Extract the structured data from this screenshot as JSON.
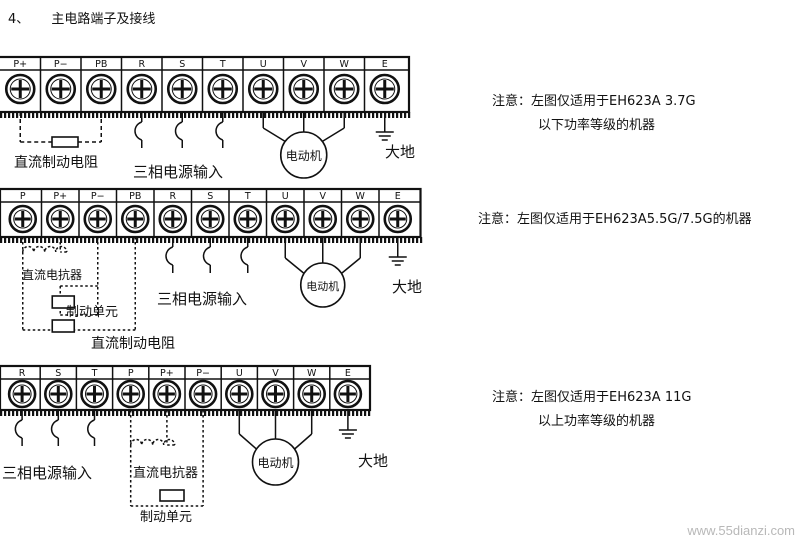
{
  "heading": {
    "number": "4、",
    "title": "主电路端子及接线"
  },
  "diagrams": [
    {
      "terminals": [
        "P+",
        "P−",
        "PB",
        "R",
        "S",
        "T",
        "U",
        "V",
        "W",
        "E"
      ],
      "labels": {
        "resistor": "直流制动电阻",
        "power": "三相电源输入",
        "motor": "电动机",
        "ground": "大地"
      },
      "note": [
        "注意：左图仅适用于EH623A 3.7G",
        "以下功率等级的机器"
      ]
    },
    {
      "terminals": [
        "P",
        "P+",
        "P−",
        "PB",
        "R",
        "S",
        "T",
        "U",
        "V",
        "W",
        "E"
      ],
      "labels": {
        "reactor": "直流电抗器",
        "brake_unit": "制动单元",
        "resistor": "直流制动电阻",
        "power": "三相电源输入",
        "motor": "电动机",
        "ground": "大地"
      },
      "note": [
        "注意：左图仅适用于EH623A5.5G/7.5G的机器"
      ]
    },
    {
      "terminals": [
        "R",
        "S",
        "T",
        "P",
        "P+",
        "P−",
        "U",
        "V",
        "W",
        "E"
      ],
      "labels": {
        "power": "三相电源输入",
        "reactor": "直流电抗器",
        "brake_unit": "制动单元",
        "motor": "电动机",
        "ground": "大地"
      },
      "note": [
        "注意：左图仅适用于EH623A 11G",
        "以上功率等级的机器"
      ]
    }
  ],
  "watermark": "www.55dianzi.com"
}
